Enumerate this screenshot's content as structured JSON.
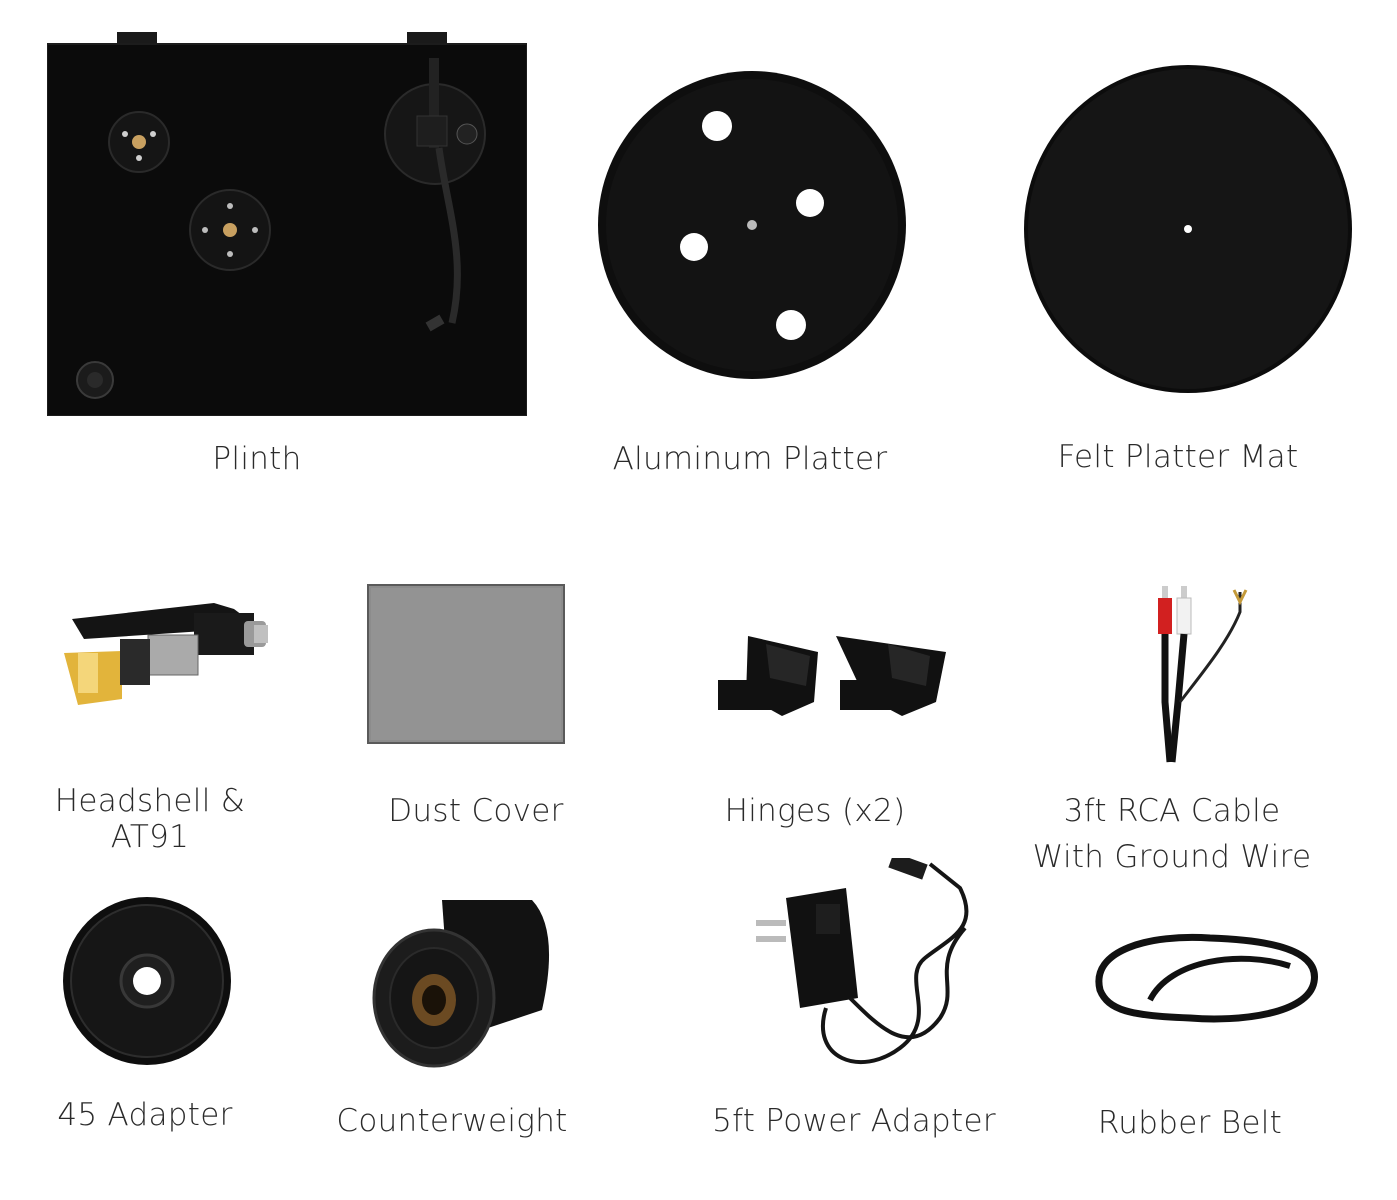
{
  "colors": {
    "background": "#ffffff",
    "product_black": "#0b0b0b",
    "label_text": "#2a2a2a",
    "dust_cover_gray": "#8c8c8c"
  },
  "items": {
    "plinth": {
      "label": "Plinth",
      "icon": "plinth-icon"
    },
    "aluminum_platter": {
      "label": "Aluminum Platter",
      "icon": "platter-icon"
    },
    "felt_mat": {
      "label": "Felt Platter Mat",
      "icon": "felt-mat-icon"
    },
    "headshell": {
      "label_line1": "Headshell &",
      "label_line2": "AT91",
      "icon": "headshell-icon"
    },
    "dust_cover": {
      "label": "Dust Cover",
      "icon": "dust-cover-icon"
    },
    "hinges": {
      "label": "Hinges (x2)",
      "icon": "hinge-icon"
    },
    "rca_cable": {
      "label_line1": "3ft RCA Cable",
      "label_line2": "With Ground Wire",
      "icon": "rca-cable-icon"
    },
    "adapter_45": {
      "label": "45 Adapter",
      "icon": "adapter-45-icon"
    },
    "counterweight": {
      "label": "Counterweight",
      "icon": "counterweight-icon"
    },
    "power_adapter": {
      "label": "5ft Power Adapter",
      "icon": "power-adapter-icon"
    },
    "rubber_belt": {
      "label": "Rubber Belt",
      "icon": "rubber-belt-icon"
    }
  }
}
